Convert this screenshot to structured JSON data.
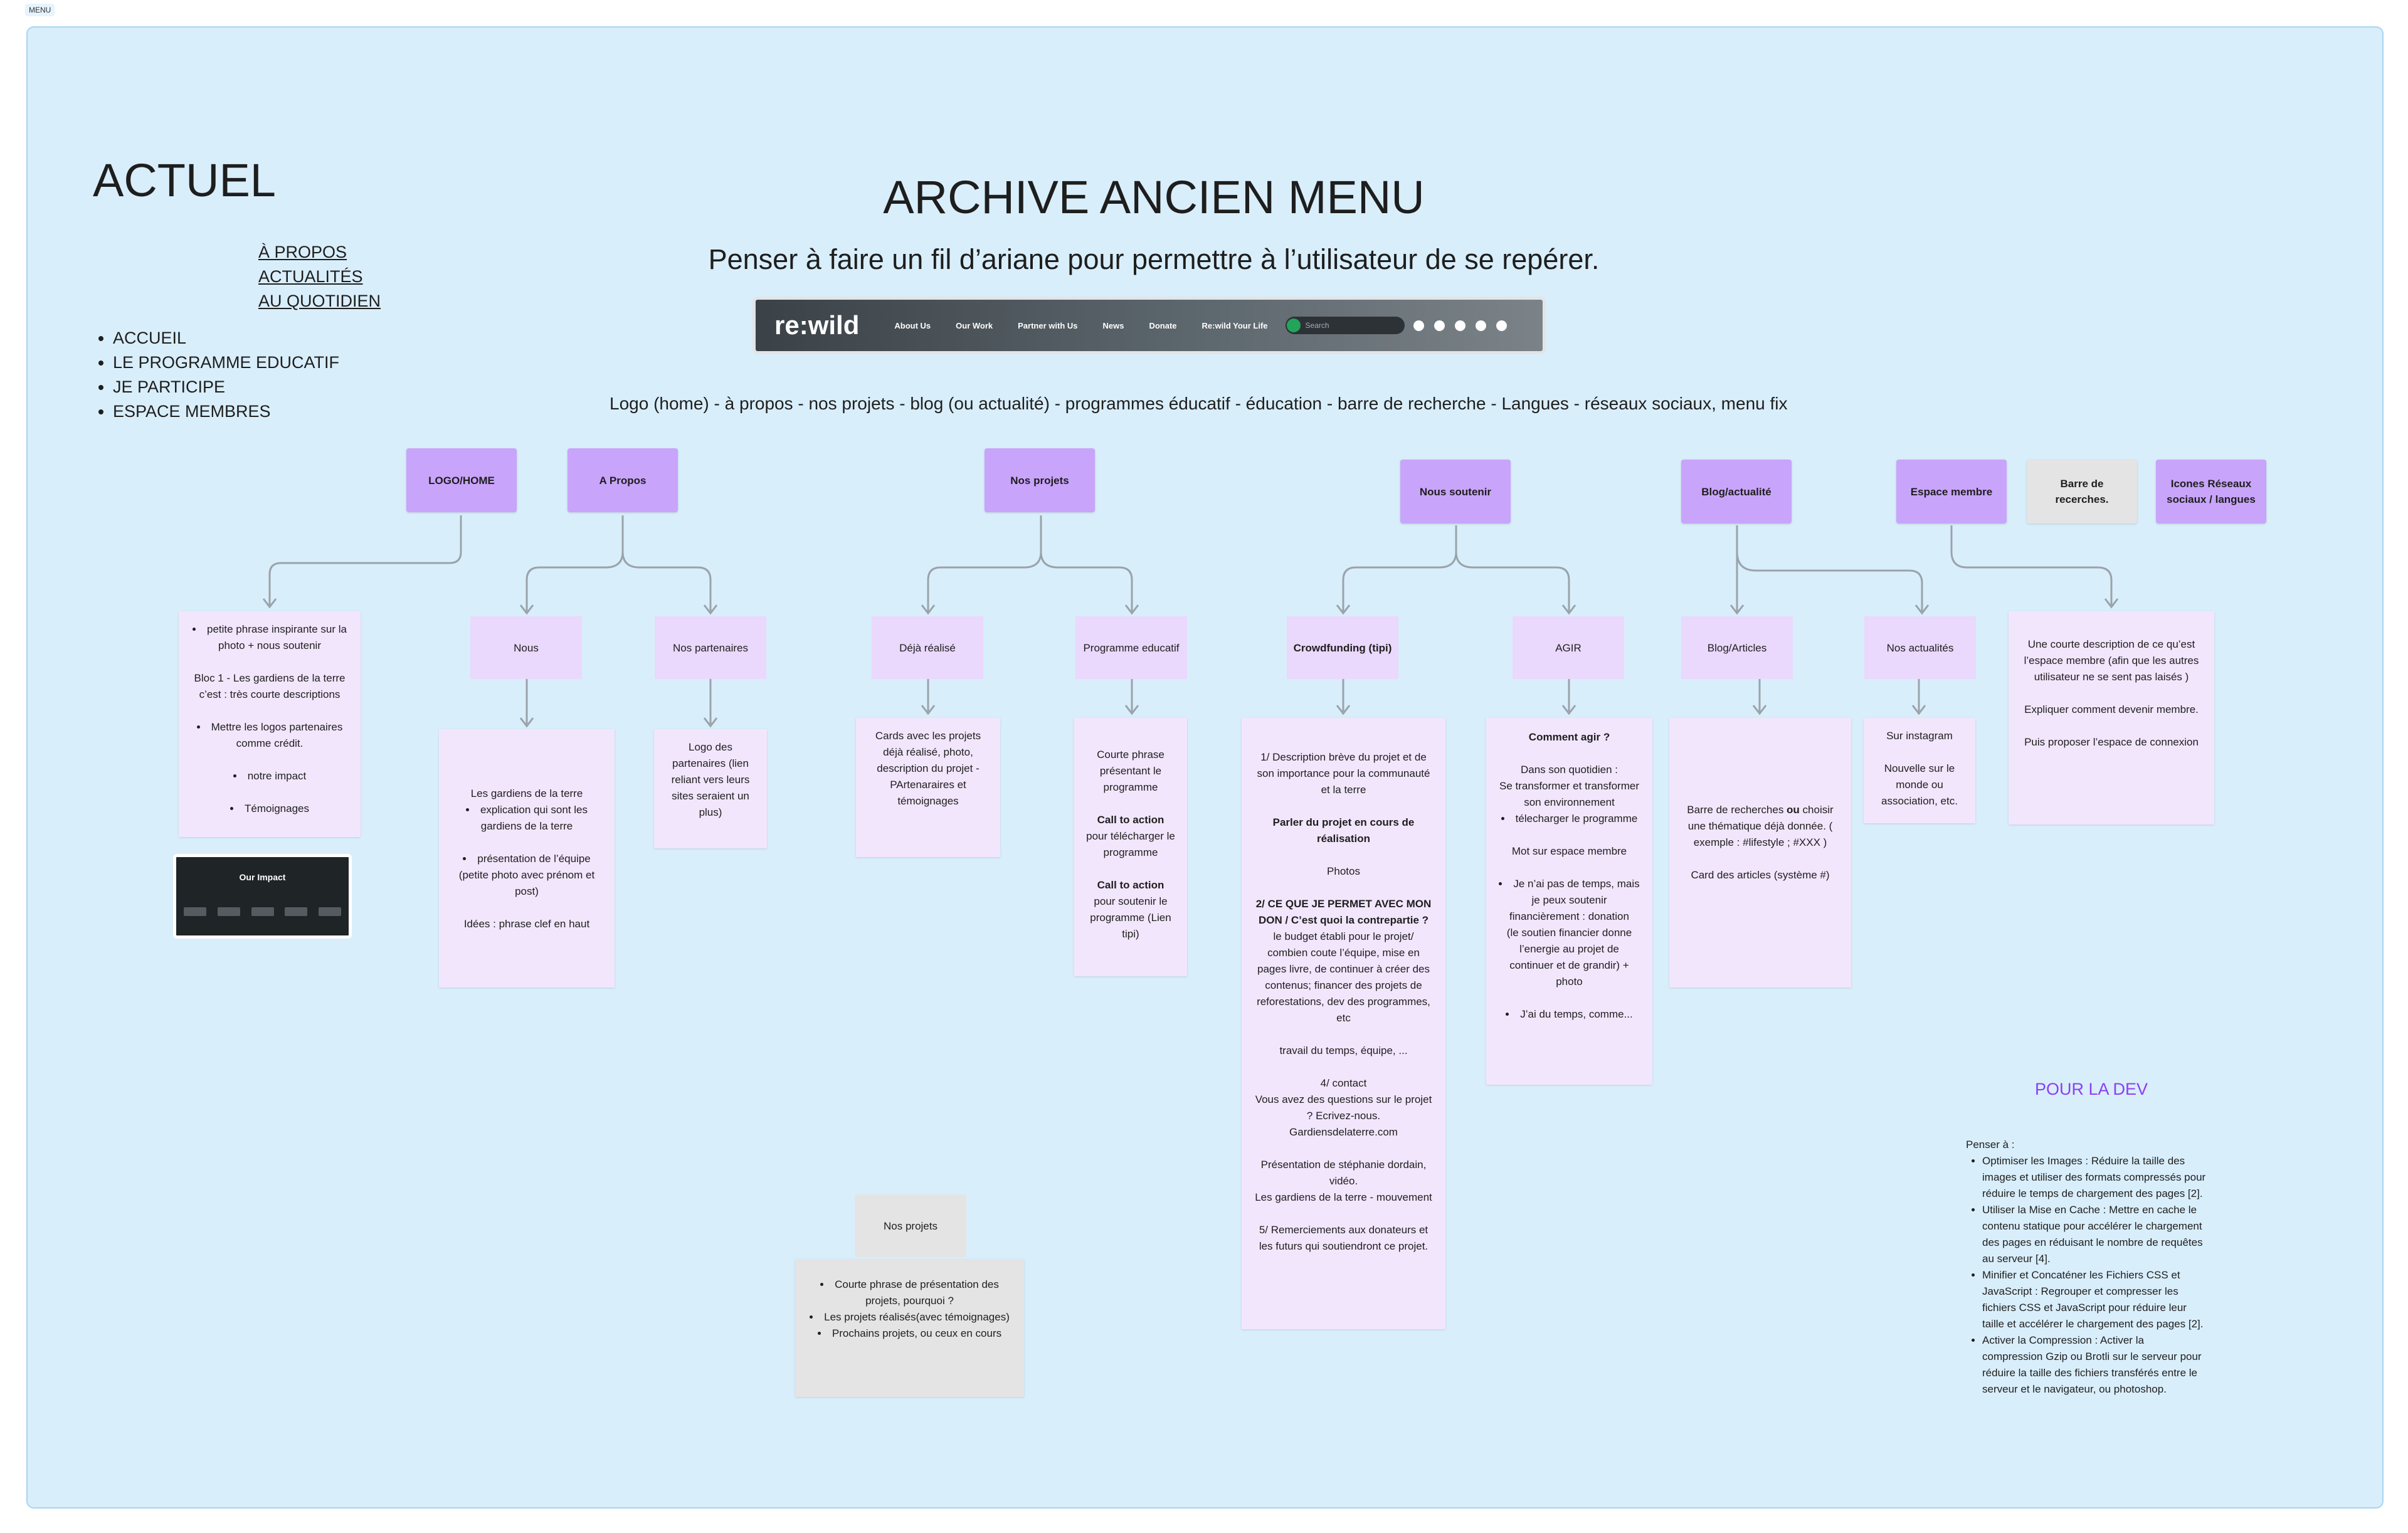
{
  "board_label": "MENU",
  "actuel": {
    "title": "ACTUEL",
    "links": [
      "À PROPOS",
      "ACTUALITÉS",
      "AU QUOTIDIEN"
    ],
    "items": [
      "ACCUEIL",
      "LE PROGRAMME EDUCATIF",
      "JE PARTICIPE",
      "ESPACE MEMBRES"
    ]
  },
  "archive": {
    "title": "ARCHIVE ANCIEN MENU",
    "subtitle": "Penser à faire un fil d’ariane pour permettre à l’utilisateur de se repérer.",
    "navbar": {
      "logo": "re:wild",
      "items": [
        "About Us",
        "Our Work",
        "Partner with Us",
        "News",
        "Donate",
        "Re:wild Your Life"
      ],
      "search_placeholder": "Search",
      "social_icons": [
        "facebook-icon",
        "twitter-icon",
        "instagram-icon",
        "tiktok-icon",
        "youtube-icon"
      ]
    },
    "logo_line": "Logo (home)  - à propos - nos projets - blog (ou actualité) - programmes éducatif - éducation - barre de recherche - Langues - réseaux sociaux, menu fix"
  },
  "nodes": {
    "logo_home": "LOGO/HOME",
    "a_propos": "A Propos",
    "nos_projets": "Nos projets",
    "nous_soutenir": "Nous soutenir",
    "blog": "Blog/actualité",
    "espace_membre": "Espace membre",
    "barre_recherches": "Barre de recerches.",
    "icones": "Icones Réseaux sociaux / langues"
  },
  "subnodes": {
    "nous": "Nous",
    "nos_partenaires": "Nos partenaires",
    "deja_realise": "Déjà réalisé",
    "programme_educatif": "Programme educatif",
    "crowdfunding": "Crowdfunding (tipi)",
    "agir": "AGIR",
    "blog_articles": "Blog/Articles",
    "nos_actualites": "Nos actualités",
    "nos_projets_gray": "Nos projets"
  },
  "cards": {
    "home": {
      "b1": "petite phrase inspirante  sur la photo + nous soutenir",
      "p1": "Bloc 1 - Les gardiens de la terre c’est : très courte descriptions",
      "b2": "Mettre les logos partenaires comme crédit.",
      "b3": "notre impact",
      "b4": "Témoignages"
    },
    "impact_title": "Our Impact",
    "nous": {
      "p1": "Les gardiens de la terre",
      "b1": "explication qui sont les gardiens de la terre",
      "b2": "présentation de l’équipe (petite photo avec prénom et post)",
      "p2": "Idées : phrase clef en haut"
    },
    "partenaires": "Logo des partenaires (lien reliant vers leurs sites seraient un plus)",
    "deja": "Cards avec les projets déjà réalisé, photo, description du projet - PArtenaraires et témoignages",
    "programme": {
      "p1": "Courte phrase présentant le programme",
      "cta1": "Call to action",
      "p2": "pour télécharger le programme",
      "cta2": "Call to action",
      "p3": "pour soutenir le programme (Lien tipi)"
    },
    "crowd": {
      "p1": "1/ Description brève du projet et de son importance pour la communauté et la terre",
      "p2": "Parler du projet en cours de réalisation",
      "p3": "Photos",
      "p4": "2/ CE QUE JE PERMET AVEC MON DON / C’est quoi la contrepartie ?",
      "p5": "le budget établi pour le projet/ combien coute l’équipe, mise en pages livre, de continuer à créer des contenus; financer des projets de reforestations, dev des programmes, etc",
      "p6": "travail du temps, équipe, ...",
      "p7": "4/ contact",
      "p8": "Vous avez des questions sur le projet ? Ecrivez-nous.",
      "p9": "Gardiensdelaterre.com",
      "p10": "Présentation de stéphanie dordain, vidéo.",
      "p11": "Les gardiens de la terre - mouvement",
      "p12": "5/ Remerciements aux donateurs et les futurs qui soutiendront ce projet."
    },
    "agir": {
      "p1": "Comment agir ?",
      "p2": "Dans son quotidien :",
      "p3": "Se transformer et transformer son environnement",
      "b1": "télecharger le programme",
      "p4": "Mot sur espace membre",
      "b2": "Je n’ai pas de temps, mais je peux soutenir financièrement : donation",
      "p5": "(le soutien financier donne l’energie au projet de continuer et de grandir) + photo",
      "b3": "J’ai du temps, comme..."
    },
    "blog": {
      "p1a": "Barre de recherches ",
      "p1b": "ou",
      "p1c": " choisir une thématique déjà donnée. ( exemple : #lifestyle ; #XXX )",
      "p2": "Card des articles (système #)"
    },
    "actus": {
      "p1": "Sur instagram",
      "p2": "Nouvelle sur le monde ou association, etc."
    },
    "membre": {
      "p1": "Une courte description de ce qu’est l’espace membre (afin que les autres utilisateur ne se sent pas laisés )",
      "p2": "Expliquer comment devenir membre.",
      "p3": "Puis proposer l’espace de connexion"
    },
    "nos_projets_gray": {
      "b1": "Courte phrase de présentation des projets, pourquoi ?",
      "b2": "Les projets réalisés(avec témoignages)",
      "b3": "Prochains projets, ou ceux en cours"
    }
  },
  "dev": {
    "title": "POUR LA DEV",
    "intro": "Penser à :",
    "items": [
      "Optimiser les Images : Réduire la taille des images et utiliser des formats compressés pour réduire le temps de chargement des pages [2].",
      "Utiliser la Mise en Cache : Mettre en cache le contenu statique pour accélérer le chargement des pages en réduisant le nombre de requêtes au serveur [4].",
      "Minifier et Concaténer les Fichiers CSS et JavaScript : Regrouper et compresser les fichiers CSS et JavaScript pour réduire leur taille et accélérer le chargement des pages [2].",
      "Activer la Compression : Activer la compression Gzip ou Brotli sur le serveur pour réduire la taille des fichiers transférés entre le serveur et le navigateur, ou photoshop."
    ]
  },
  "colors": {
    "board": "#d9eefb",
    "node": "#c9a4fb",
    "subnode": "#ead8fd",
    "card": "#f2e6fd",
    "gray": "#e4e4e4",
    "connector": "#9aa3aa",
    "dev_title": "#8a3ff6"
  }
}
